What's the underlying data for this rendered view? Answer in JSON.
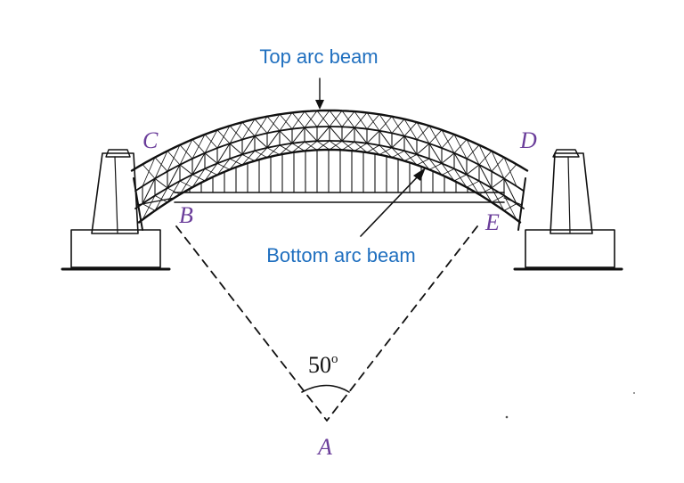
{
  "labels": {
    "top_beam": "Top arc beam",
    "bottom_beam": "Bottom arc beam",
    "angle_value": "50",
    "angle_unit": "o"
  },
  "points": {
    "A": "A",
    "B": "B",
    "C": "C",
    "D": "D",
    "E": "E"
  },
  "colors": {
    "callout_text": "#1f6fbf",
    "point_label": "#6a3d9a",
    "ink": "#111111"
  }
}
